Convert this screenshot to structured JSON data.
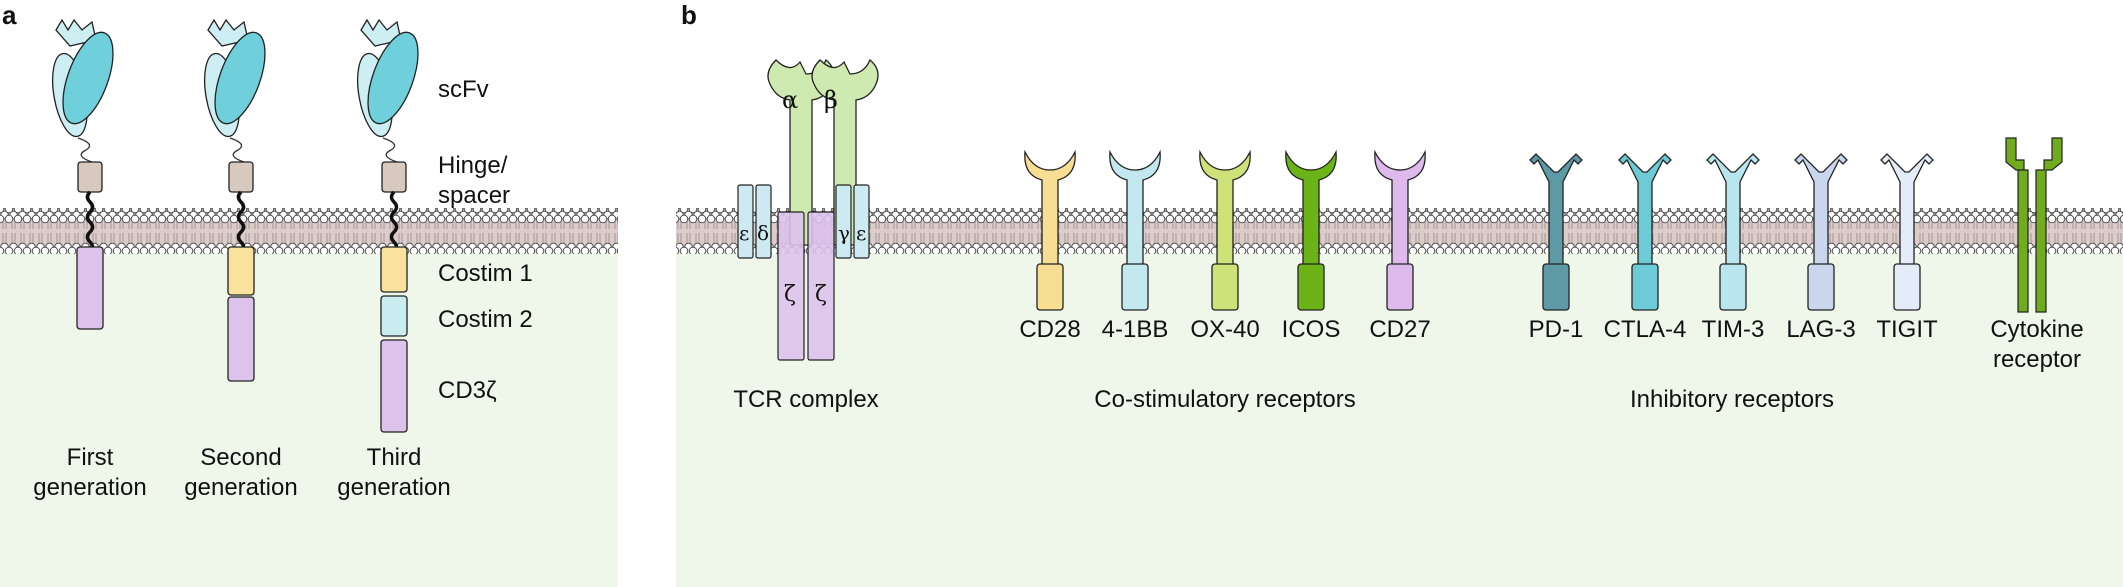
{
  "panel_a": {
    "letter": "a",
    "labels": {
      "scfv": "scFv",
      "hinge_line1": "Hinge/",
      "hinge_line2": "spacer",
      "costim1": "Costim 1",
      "costim2": "Costim 2",
      "cd3z": "CD3ζ"
    },
    "generations": [
      {
        "line1": "First",
        "line2": "generation"
      },
      {
        "line1": "Second",
        "line2": "generation"
      },
      {
        "line1": "Third",
        "line2": "generation"
      }
    ]
  },
  "panel_b": {
    "letter": "b",
    "tcr": {
      "alpha": "α",
      "beta": "β",
      "epsilon": "ε",
      "delta": "δ",
      "gamma": "γ",
      "zeta": "ζ",
      "caption": "TCR complex"
    },
    "costim": {
      "caption": "Co-stimulatory receptors",
      "receptors": [
        "CD28",
        "4-1BB",
        "OX-40",
        "ICOS",
        "CD27"
      ]
    },
    "inhibitory": {
      "caption": "Inhibitory receptors",
      "receptors": [
        "PD-1",
        "CTLA-4",
        "TIM-3",
        "LAG-3",
        "TIGIT"
      ]
    },
    "cytokine": {
      "line1": "Cytokine",
      "line2": "receptor"
    }
  },
  "colors": {
    "cytoplasm": "#eef7ea",
    "membrane_band": "#dccbc8",
    "scfv_dark": "#6fcfdb",
    "scfv_light": "#cdeef3",
    "hinge": "#d7c9bd",
    "costim1": "#f9e29c",
    "costim2": "#c9ecf0",
    "cd3z": "#ddc2ec",
    "tcr_chain": "#cfeab0",
    "cd3_chain": "#cdeaf2",
    "cd28": "#f7de93",
    "4-1BB": "#c4e8ef",
    "OX-40": "#cfe179",
    "ICOS": "#6cb318",
    "CD27": "#ddb9ec",
    "PD-1": "#5e9aa6",
    "CTLA-4": "#6ccbd6",
    "TIM-3": "#b9e6ee",
    "LAG-3": "#c9d6ee",
    "TIGIT": "#e3ecf8",
    "cytokine": "#71ac1f"
  }
}
